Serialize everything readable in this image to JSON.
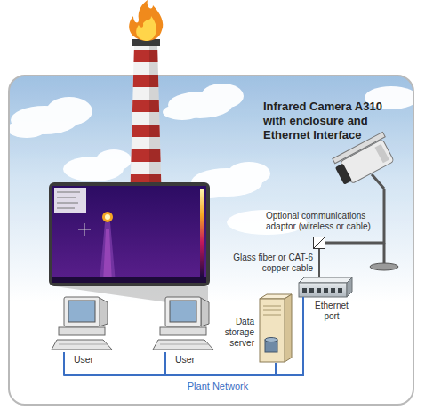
{
  "diagram": {
    "nodes": [
      {
        "text": [
          "Infrared Camera A310 with enclosure and Ethernet Interface"
        ]
      },
      {
        "text": [
          "Optional communications adaptor (wireless or cable)"
        ]
      },
      {
        "text": [
          "Ethernet port"
        ]
      },
      {
        "text": [
          "Data storage server"
        ]
      },
      {
        "text": [
          "User"
        ]
      },
      {
        "text": [
          "User"
        ]
      }
    ],
    "edges": [
      {
        "from": 0,
        "to": 1,
        "arrow": "none"
      },
      {
        "from": 1,
        "to": 2,
        "label": "Glass fiber or CAT-6 copper cable",
        "arrow": "none"
      },
      {
        "from": 2,
        "to": 3,
        "arrow": "none"
      },
      {
        "from": 2,
        "to": 5,
        "arrow": "none"
      },
      {
        "from": 2,
        "to": 4,
        "arrow": "none"
      }
    ],
    "labels": [
      "Plant Network"
    ]
  }
}
